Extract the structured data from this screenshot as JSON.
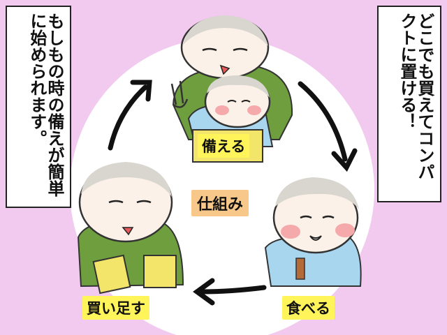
{
  "captions": {
    "left": "もしもの時の備えが簡単に始められます。",
    "right": "どこでも買えてコンパクトに置ける！"
  },
  "cycle": {
    "center": "仕組み",
    "step_top": "備える",
    "step_right": "食べる",
    "step_left": "買い足す"
  },
  "colors": {
    "background": "#f2c9ef",
    "circle": "#ffffff",
    "label_highlight": "#fff45a",
    "center_highlight": "#f7c88a",
    "shirt_green": "#6f9e3e",
    "shirt_blue": "#a9d6ef",
    "skin": "#fbf1e9",
    "cheek": "#f6a9aa",
    "box_yellow": "#f3e56a"
  }
}
